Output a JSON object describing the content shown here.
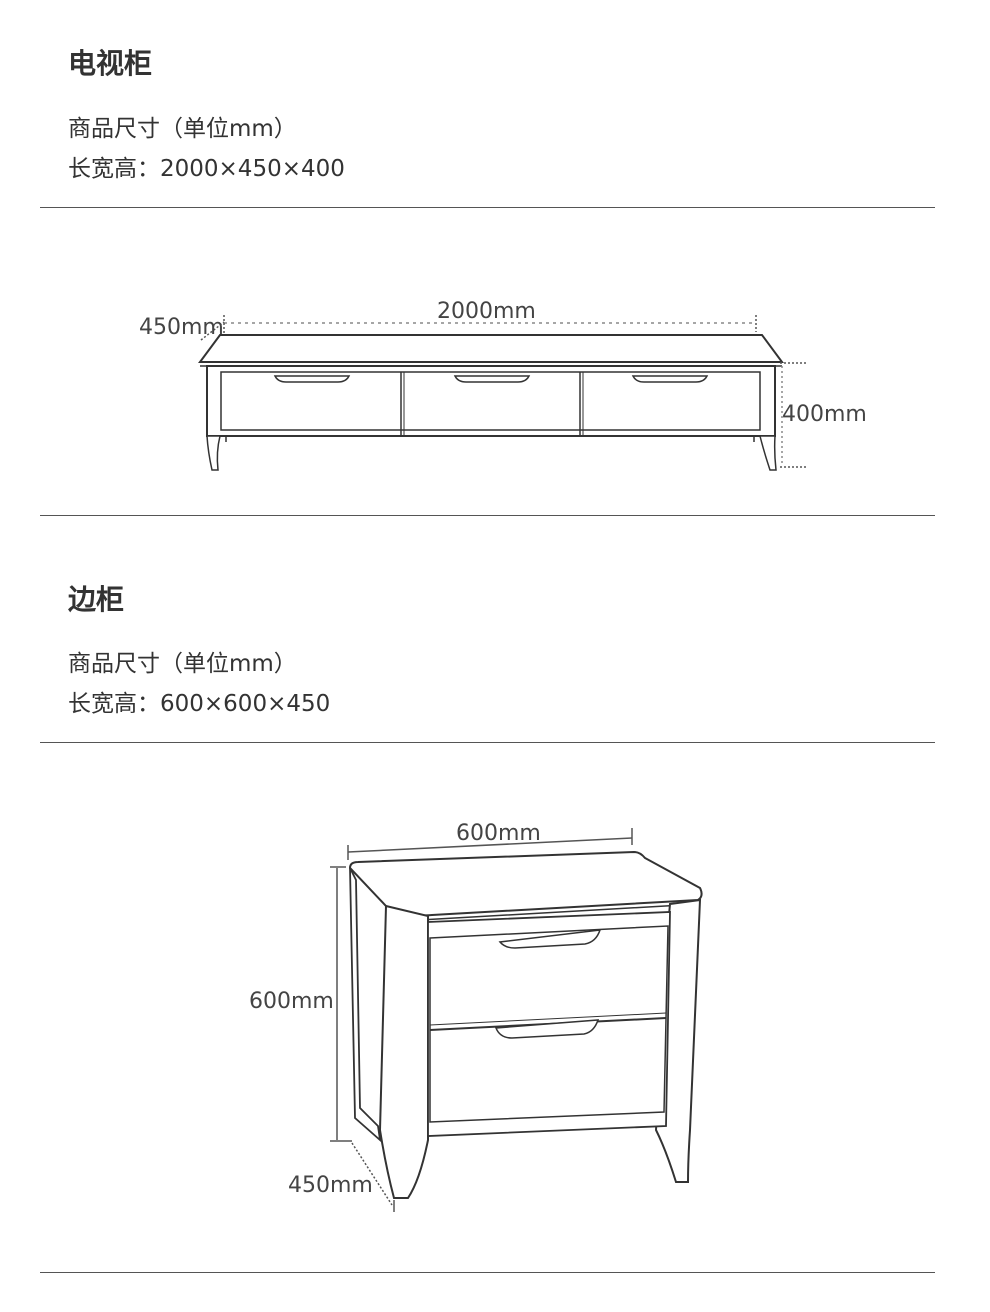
{
  "tv_cabinet": {
    "title": "电视柜",
    "size_label": "商品尺寸（单位mm）",
    "dimensions": "长宽高：2000×450×400",
    "dim_length": "2000mm",
    "dim_depth": "450mm",
    "dim_height": "400mm"
  },
  "side_cabinet": {
    "title": "边柜",
    "size_label": "商品尺寸（单位mm）",
    "dimensions": "长宽高：600×600×450",
    "dim_width": "600mm",
    "dim_height": "600mm",
    "dim_depth": "450mm"
  }
}
